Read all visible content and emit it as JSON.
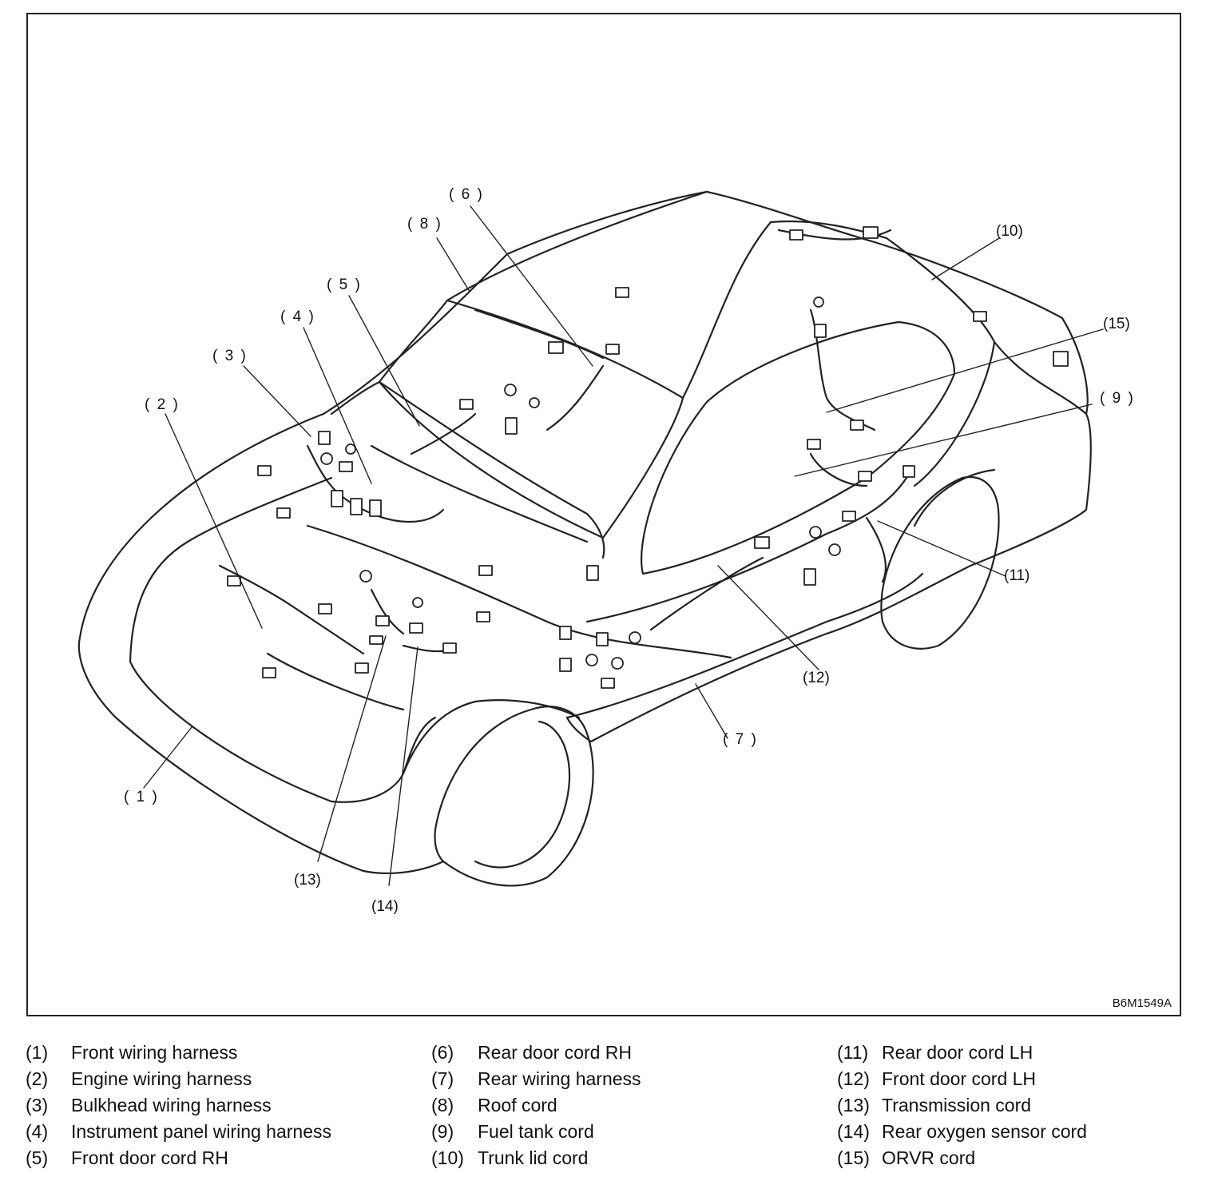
{
  "figure": {
    "id_code": "B6M1549A",
    "callouts": [
      {
        "num": "( 1 )"
      },
      {
        "num": "( 2 )"
      },
      {
        "num": "( 3 )"
      },
      {
        "num": "( 4 )"
      },
      {
        "num": "( 5 )"
      },
      {
        "num": "( 6 )"
      },
      {
        "num": "( 7 )"
      },
      {
        "num": "( 8 )"
      },
      {
        "num": "( 9 )"
      },
      {
        "num": "(10)"
      },
      {
        "num": "(11)"
      },
      {
        "num": "(12)"
      },
      {
        "num": "(13)"
      },
      {
        "num": "(14)"
      },
      {
        "num": "(15)"
      }
    ]
  },
  "legend": {
    "columns": [
      [
        {
          "num": "(1)",
          "label": "Front wiring harness"
        },
        {
          "num": "(2)",
          "label": "Engine wiring harness"
        },
        {
          "num": "(3)",
          "label": "Bulkhead wiring harness"
        },
        {
          "num": "(4)",
          "label": "Instrument panel wiring harness"
        },
        {
          "num": "(5)",
          "label": "Front door cord RH"
        }
      ],
      [
        {
          "num": "(6)",
          "label": "Rear door cord RH"
        },
        {
          "num": "(7)",
          "label": "Rear wiring harness"
        },
        {
          "num": "(8)",
          "label": "Roof cord"
        },
        {
          "num": "(9)",
          "label": "Fuel tank cord"
        },
        {
          "num": "(10)",
          "label": "Trunk lid cord"
        }
      ],
      [
        {
          "num": "(11)",
          "label": "Rear door cord LH"
        },
        {
          "num": "(12)",
          "label": "Front door cord LH"
        },
        {
          "num": "(13)",
          "label": "Transmission cord"
        },
        {
          "num": "(14)",
          "label": "Rear oxygen sensor cord"
        },
        {
          "num": "(15)",
          "label": "ORVR cord"
        }
      ]
    ]
  }
}
